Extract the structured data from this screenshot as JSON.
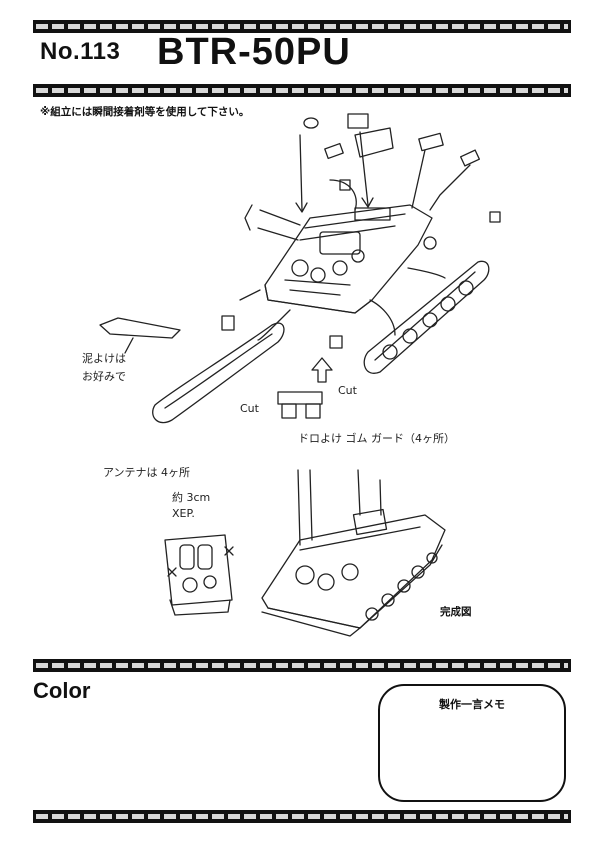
{
  "header": {
    "number": "No.113",
    "model": "BTR-50PU"
  },
  "assembly_note": "※組立には瞬間接着剤等を使用して下さい。",
  "annotations": {
    "mudflap": "泥よけは\nお好みで",
    "cut_left": "Cut",
    "cut_right": "Cut",
    "rubber_guard": "ドロよけ ゴム ガード（4ヶ所）",
    "antenna_count": "アンテナは 4ヶ所",
    "antenna_length": "約 3cm\nXEP.",
    "completed": "完成図"
  },
  "footer": {
    "color_label": "Color",
    "memo_title": "製作一言メモ"
  }
}
